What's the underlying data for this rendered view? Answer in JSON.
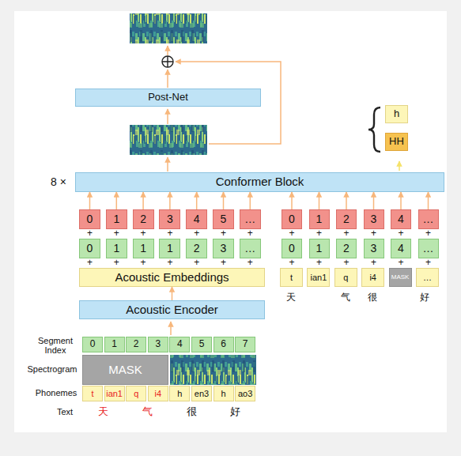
{
  "diagram": {
    "nodes": [
      {
        "text": [
          "Post-Net"
        ]
      },
      {
        "text": [
          "h"
        ]
      },
      {
        "text": [
          "HH"
        ]
      },
      {
        "text": [
          "Conformer Block"
        ]
      },
      {
        "text": [
          "0"
        ]
      },
      {
        "text": [
          "1"
        ]
      },
      {
        "text": [
          "2"
        ]
      },
      {
        "text": [
          "3"
        ]
      },
      {
        "text": [
          "4"
        ]
      },
      {
        "text": [
          "5"
        ]
      },
      {
        "text": [
          "…"
        ]
      },
      {
        "text": [
          "0"
        ]
      },
      {
        "text": [
          "1"
        ]
      },
      {
        "text": [
          "2"
        ]
      },
      {
        "text": [
          "3"
        ]
      },
      {
        "text": [
          "4"
        ]
      },
      {
        "text": [
          "…"
        ]
      },
      {
        "text": [
          "0"
        ]
      },
      {
        "text": [
          "1"
        ]
      },
      {
        "text": [
          "1"
        ]
      },
      {
        "text": [
          "1"
        ]
      },
      {
        "text": [
          "2"
        ]
      },
      {
        "text": [
          "3"
        ]
      },
      {
        "text": [
          "…"
        ]
      },
      {
        "text": [
          "0"
        ]
      },
      {
        "text": [
          "1"
        ]
      },
      {
        "text": [
          "2"
        ]
      },
      {
        "text": [
          "3"
        ]
      },
      {
        "text": [
          "4"
        ]
      },
      {
        "text": [
          "…"
        ]
      },
      {
        "text": [
          "Acoustic Embeddings"
        ]
      },
      {
        "text": [
          "t"
        ]
      },
      {
        "text": [
          "ian1"
        ]
      },
      {
        "text": [
          "q"
        ]
      },
      {
        "text": [
          "i4"
        ]
      },
      {
        "text": [
          "MASK"
        ]
      },
      {
        "text": [
          "…"
        ]
      },
      {
        "text": [
          "Acoustic Encoder"
        ]
      },
      {
        "text": [
          "0"
        ]
      },
      {
        "text": [
          "1"
        ]
      },
      {
        "text": [
          "2"
        ]
      },
      {
        "text": [
          "3"
        ]
      },
      {
        "text": [
          "4"
        ]
      },
      {
        "text": [
          "5"
        ]
      },
      {
        "text": [
          "6"
        ]
      },
      {
        "text": [
          "7"
        ]
      },
      {
        "text": [
          "MASK"
        ]
      },
      {
        "text": [
          "t"
        ]
      },
      {
        "text": [
          "ian1"
        ]
      },
      {
        "text": [
          "q"
        ]
      },
      {
        "text": [
          "i4"
        ]
      },
      {
        "text": [
          "h"
        ]
      },
      {
        "text": [
          "en3"
        ]
      },
      {
        "text": [
          "h"
        ]
      },
      {
        "text": [
          "ao3"
        ]
      }
    ],
    "edges": [
      {
        "from": 37,
        "to": 30,
        "arrow": "to"
      },
      {
        "from": 4,
        "to": 3,
        "arrow": "to"
      },
      {
        "from": 5,
        "to": 3,
        "arrow": "to"
      },
      {
        "from": 6,
        "to": 3,
        "arrow": "to"
      },
      {
        "from": 7,
        "to": 3,
        "arrow": "to"
      },
      {
        "from": 8,
        "to": 3,
        "arrow": "to"
      },
      {
        "from": 9,
        "to": 3,
        "arrow": "to"
      },
      {
        "from": 10,
        "to": 3,
        "arrow": "to"
      },
      {
        "from": 11,
        "to": 3,
        "arrow": "to"
      },
      {
        "from": 12,
        "to": 3,
        "arrow": "to"
      },
      {
        "from": 13,
        "to": 3,
        "arrow": "to"
      },
      {
        "from": 14,
        "to": 3,
        "arrow": "to"
      },
      {
        "from": 15,
        "to": 3,
        "arrow": "to"
      },
      {
        "from": 16,
        "to": 3,
        "arrow": "to"
      }
    ],
    "labels": [
      "8 ×",
      "+",
      "+",
      "+",
      "+",
      "+",
      "+",
      "+",
      "+",
      "+",
      "+",
      "+",
      "+",
      "+",
      "+",
      "+",
      "+",
      "+",
      "+",
      "+",
      "+",
      "+",
      "+",
      "+",
      "+",
      "+",
      "+",
      "天",
      "气",
      "很",
      "好",
      "Segment Index",
      "Spectrogram",
      "Phonemes",
      "Text",
      "天",
      "气",
      "很",
      "好"
    ]
  }
}
